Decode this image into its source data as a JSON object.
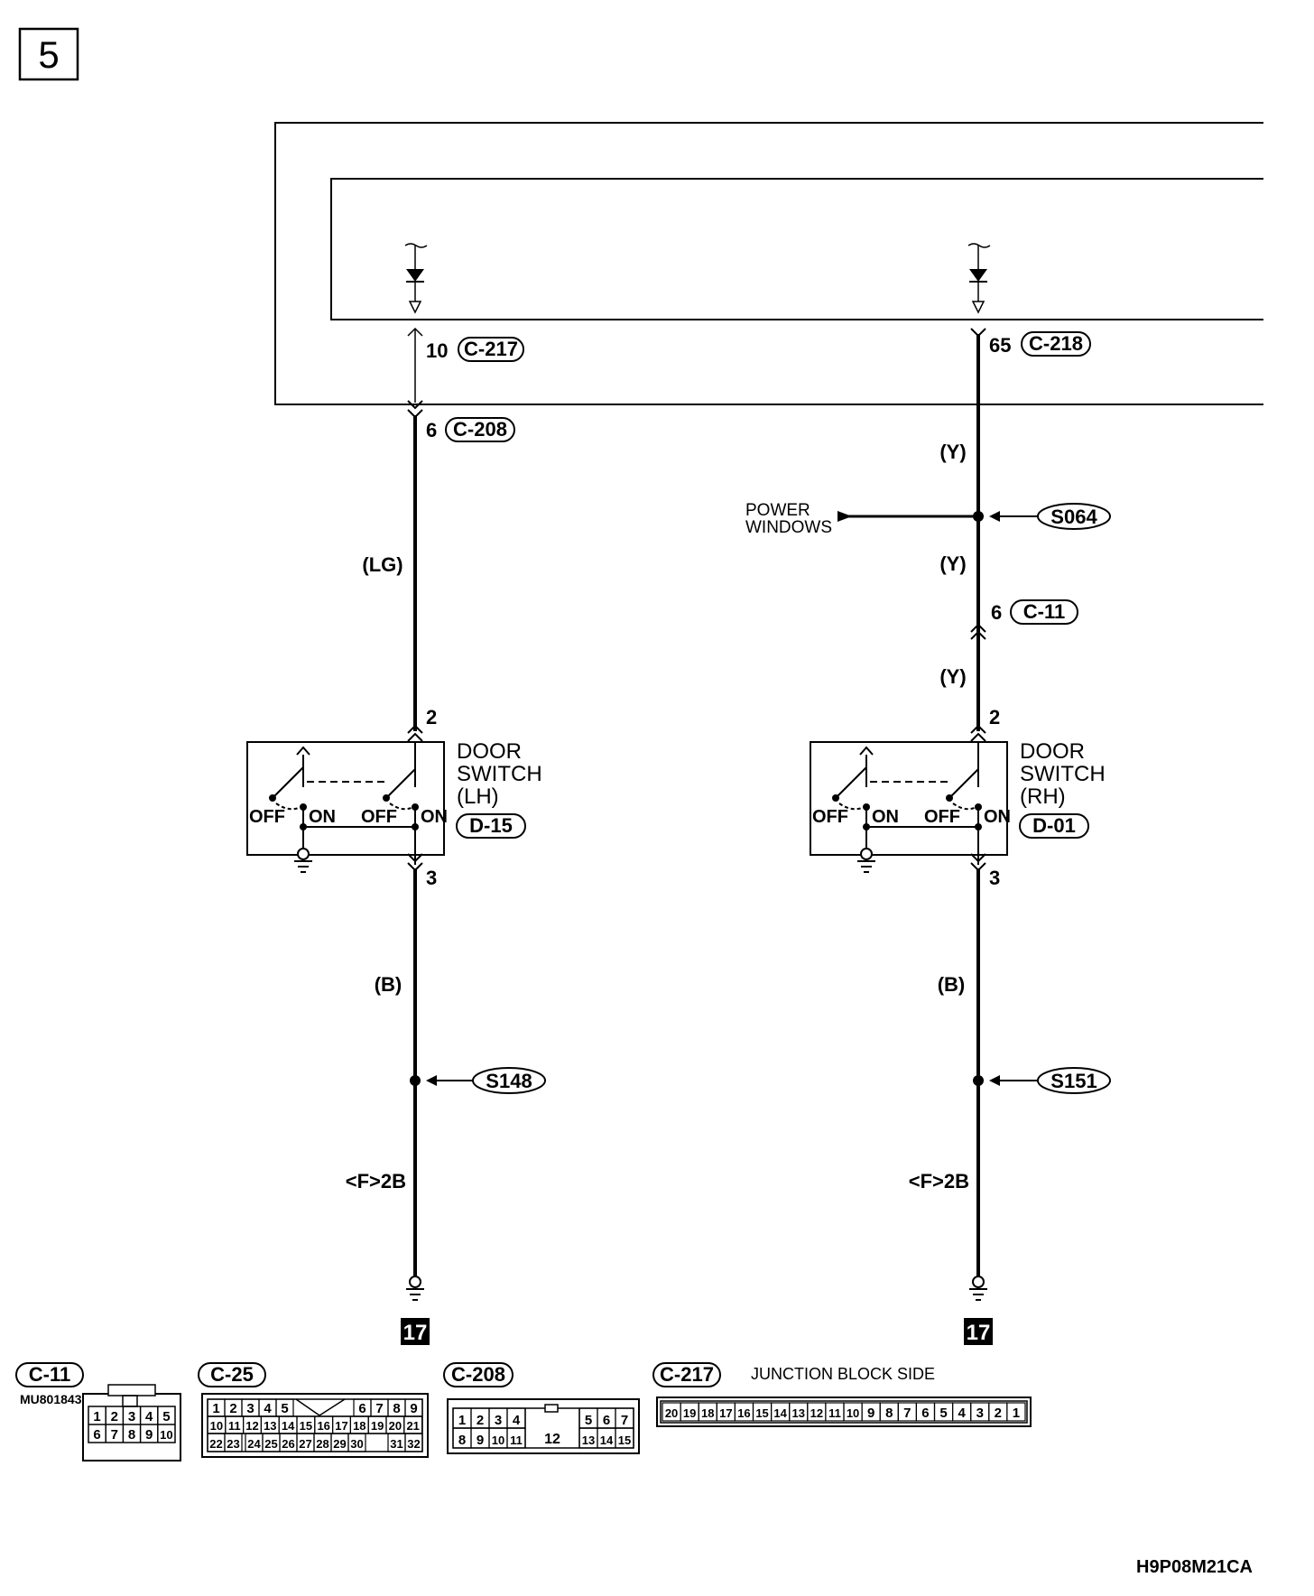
{
  "page_number": "5",
  "figure_id": "H9P08M21CA",
  "offpage_ref": "17",
  "left_circuit": {
    "jb_pin": "10",
    "jb_connector": "C-217",
    "harness_pin": "6",
    "harness_connector": "C-208",
    "wire_color_top": "(LG)",
    "switch_pin_in": "2",
    "switch_pin_out": "3",
    "switch_name_1": "DOOR",
    "switch_name_2": "SWITCH",
    "switch_name_3": "(LH)",
    "switch_connector": "D-15",
    "off_label": "OFF",
    "on_label": "ON",
    "wire_color_bottom": "(B)",
    "splice": "S148",
    "ground": "<F>2B"
  },
  "right_circuit": {
    "jb_pin": "65",
    "jb_connector": "C-218",
    "wire_color_1": "(Y)",
    "branch_label_1": "POWER",
    "branch_label_2": "WINDOWS",
    "splice_top": "S064",
    "wire_color_2": "(Y)",
    "inline_pin": "6",
    "inline_connector": "C-11",
    "wire_color_3": "(Y)",
    "switch_pin_in": "2",
    "switch_pin_out": "3",
    "switch_name_1": "DOOR",
    "switch_name_2": "SWITCH",
    "switch_name_3": "(RH)",
    "switch_connector": "D-01",
    "off_label": "OFF",
    "on_label": "ON",
    "wire_color_bottom": "(B)",
    "splice": "S151",
    "ground": "<F>2B"
  },
  "connector_views": {
    "c11": {
      "label": "C-11",
      "part_no": "MU801843",
      "row1": [
        "1",
        "2",
        "3",
        "4",
        "5"
      ],
      "row2": [
        "6",
        "7",
        "8",
        "9",
        "10"
      ]
    },
    "c25": {
      "label": "C-25",
      "row1a": [
        "1",
        "2",
        "3",
        "4",
        "5"
      ],
      "row1b": [
        "6",
        "7",
        "8",
        "9"
      ],
      "row2": [
        "10",
        "11",
        "12",
        "13",
        "14",
        "15",
        "16",
        "17",
        "18",
        "19",
        "20",
        "21"
      ],
      "row3a": [
        "22",
        "23"
      ],
      "row3b": [
        "24",
        "25",
        "26",
        "27",
        "28",
        "29",
        "30"
      ],
      "row3c": [
        "31",
        "32"
      ]
    },
    "c208": {
      "label": "C-208",
      "row1a": [
        "1",
        "2",
        "3",
        "4"
      ],
      "row1b": [
        "5",
        "6",
        "7"
      ],
      "row2a": [
        "8",
        "9",
        "10",
        "11"
      ],
      "center": "12",
      "row2b": [
        "13",
        "14",
        "15"
      ]
    },
    "c217": {
      "label": "C-217",
      "side_label": "JUNCTION BLOCK SIDE",
      "pins": [
        "20",
        "19",
        "18",
        "17",
        "16",
        "15",
        "14",
        "13",
        "12",
        "11",
        "10",
        "9",
        "8",
        "7",
        "6",
        "5",
        "4",
        "3",
        "2",
        "1"
      ]
    }
  }
}
